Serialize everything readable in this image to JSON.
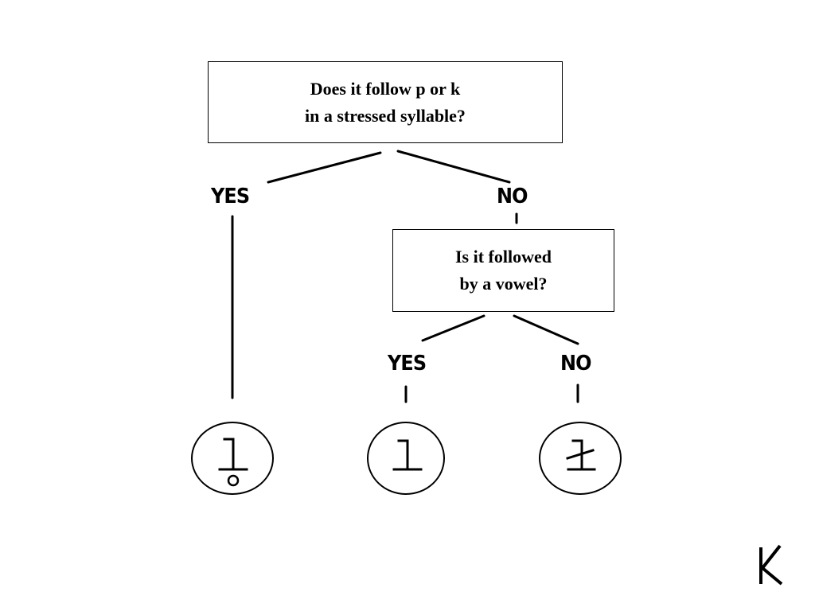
{
  "question1": {
    "line1": "Does it follow p or k",
    "line2": "in a stressed syllable?"
  },
  "question2": {
    "line1": "Is it followed",
    "line2": "by a vowel?"
  },
  "branches": {
    "yes_label": "YES",
    "no_label": "NO"
  },
  "outcomes": [
    {
      "symbol_name": "l-with-ring-below-symbol"
    },
    {
      "symbol_name": "l-plain-symbol"
    },
    {
      "symbol_name": "l-crossed-symbol"
    }
  ],
  "corner_logo": {
    "name": "corner-rune-logo-icon"
  }
}
